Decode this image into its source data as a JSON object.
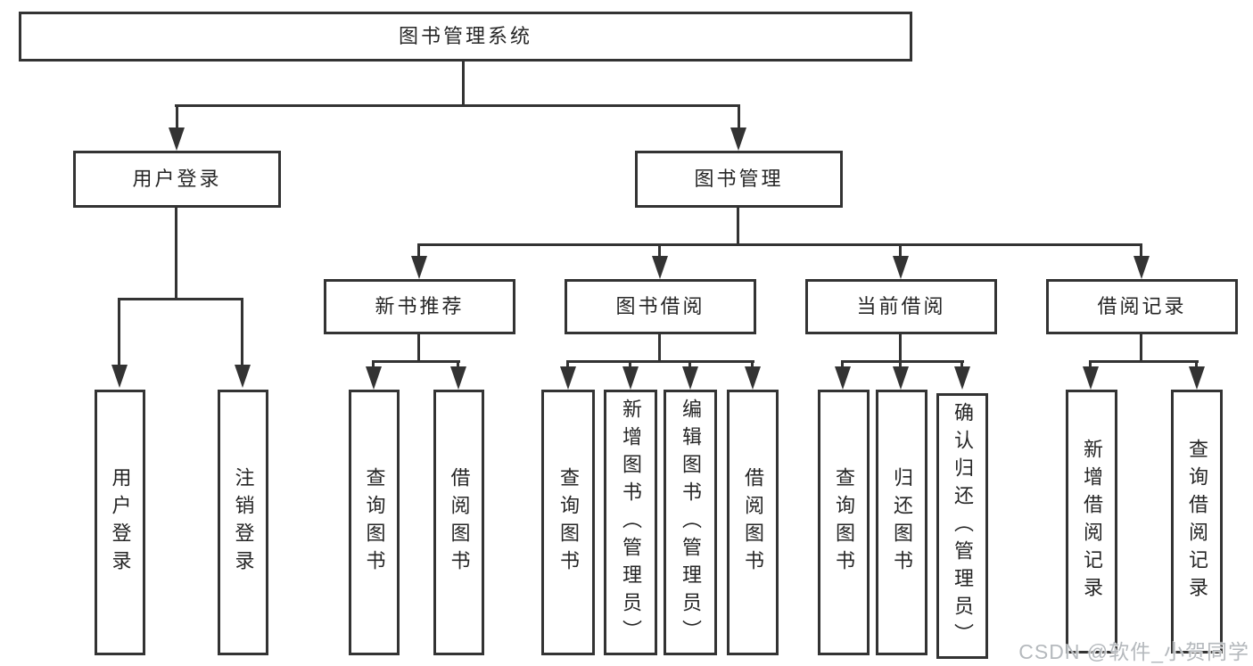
{
  "tree": {
    "label": "图书管理系统",
    "children": [
      {
        "label": "用户登录",
        "children": [
          {
            "label": "用户登录"
          },
          {
            "label": "注销登录"
          }
        ]
      },
      {
        "label": "图书管理",
        "children": [
          {
            "label": "新书推荐",
            "children": [
              {
                "label": "查询图书"
              },
              {
                "label": "借阅图书"
              }
            ]
          },
          {
            "label": "图书借阅",
            "children": [
              {
                "label": "查询图书"
              },
              {
                "label": "新增图书（管理员）"
              },
              {
                "label": "编辑图书（管理员）"
              },
              {
                "label": "借阅图书"
              }
            ]
          },
          {
            "label": "当前借阅",
            "children": [
              {
                "label": "查询图书"
              },
              {
                "label": "归还图书"
              },
              {
                "label": "确认归还（管理员）"
              }
            ]
          },
          {
            "label": "借阅记录",
            "children": [
              {
                "label": "新增借阅记录"
              },
              {
                "label": "查询借阅记录"
              }
            ]
          }
        ]
      }
    ]
  },
  "watermark": {
    "text": "CSDN @软件_小贺同学"
  },
  "colors": {
    "line": "#333333",
    "text": "#262626",
    "wm": "#b5b9bd",
    "bg": "#ffffff"
  }
}
